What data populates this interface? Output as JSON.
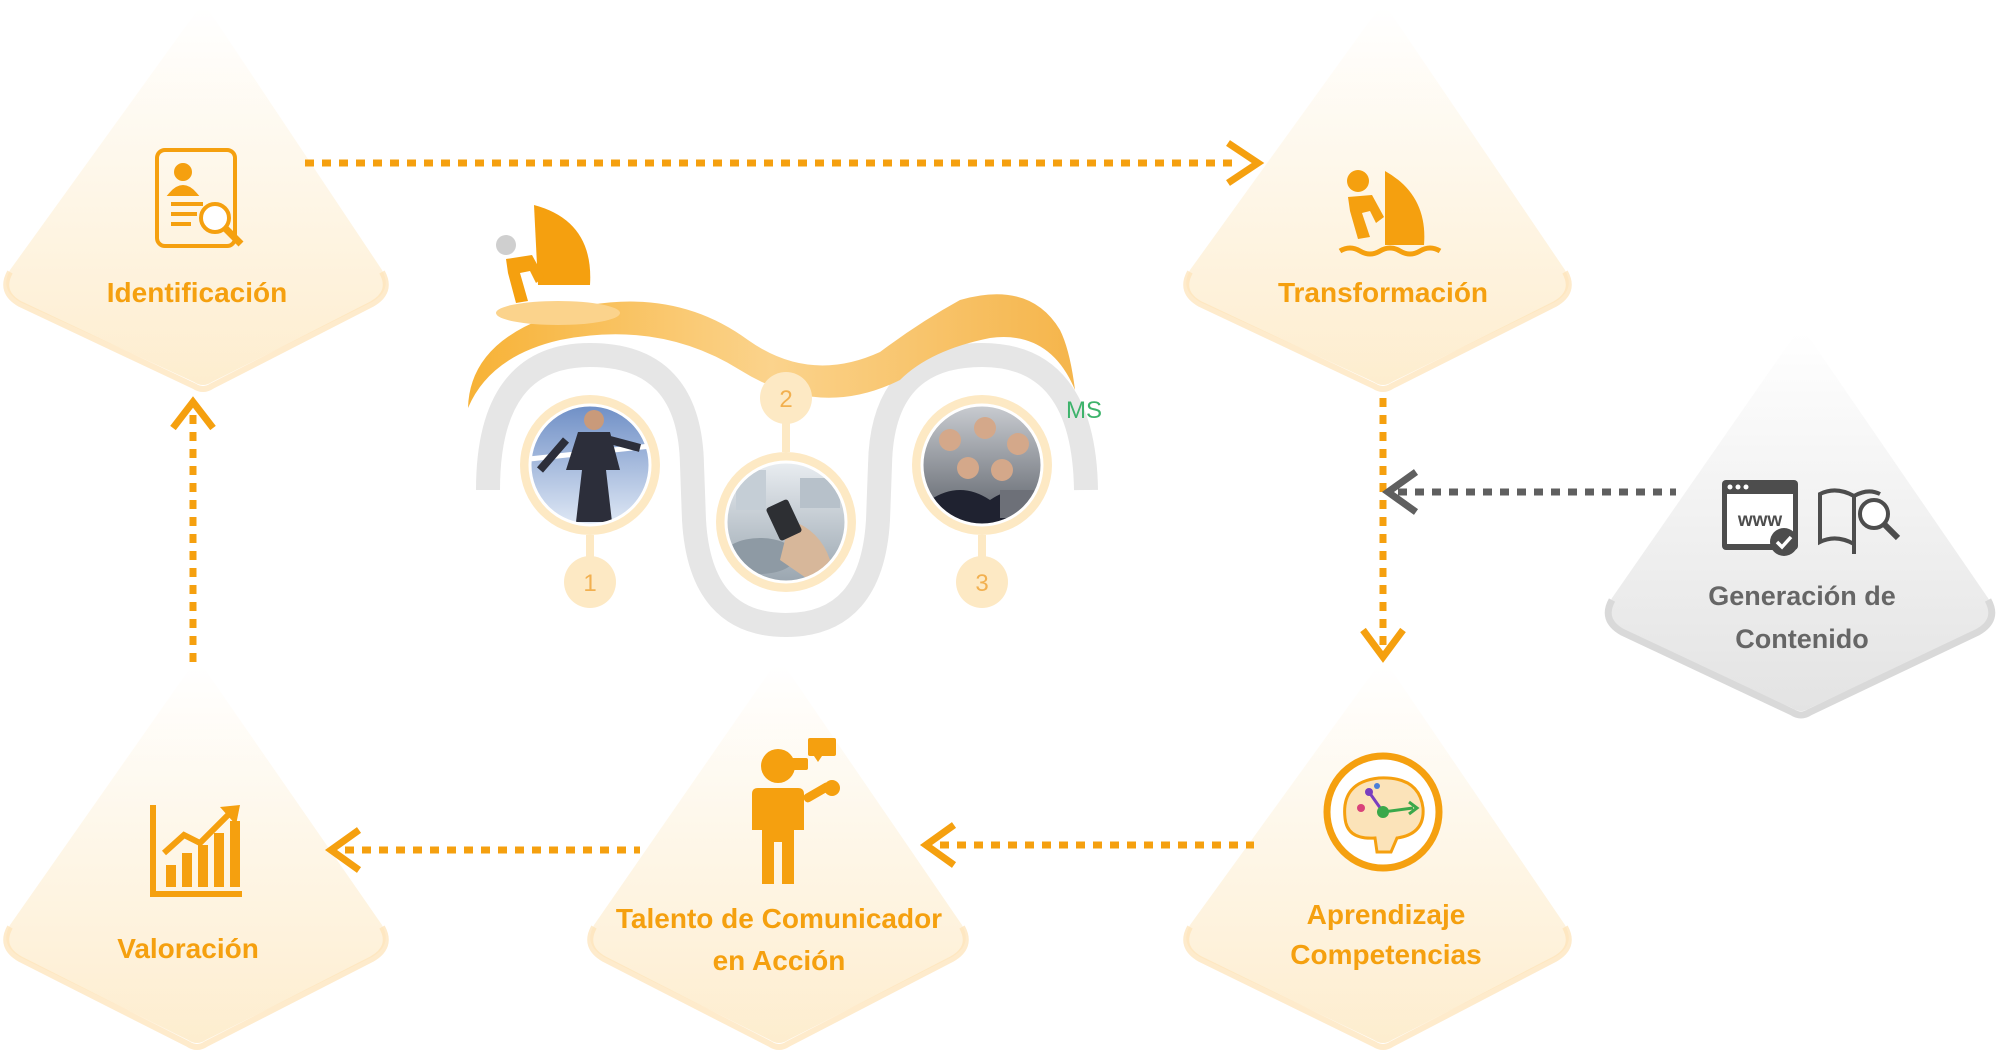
{
  "colors": {
    "accent": "#f5a00f",
    "accent_light": "#fde9c4",
    "gray": "#666666",
    "connector_gray": "#5f5f5f"
  },
  "nodes": {
    "identificacion": {
      "label": "Identificación",
      "icon": "resume-search-icon"
    },
    "transformacion": {
      "label": "Transformación",
      "icon": "windsurfer-icon"
    },
    "generacion": {
      "label_line1": "Generación de",
      "label_line2": "Contenido",
      "icons": [
        "www-browser-check-icon",
        "book-search-icon"
      ]
    },
    "aprendizaje": {
      "label_line1": "Aprendizaje",
      "label_line2": "Competencias",
      "icon": "brain-neuron-icon"
    },
    "talento": {
      "label_line1": "Talento de Comunicador",
      "label_line2": "en Acción",
      "icon": "speaker-microphone-icon"
    },
    "valoracion": {
      "label": "Valoración",
      "icon": "growth-bar-chart-icon"
    }
  },
  "center": {
    "steps": [
      {
        "number": "1",
        "photo": "businessman-crossing-finish-line"
      },
      {
        "number": "2",
        "photo": "hand-with-smartphone-in-meeting"
      },
      {
        "number": "3",
        "photo": "team-taking-group-selfie"
      }
    ],
    "logo_text": "MS"
  }
}
